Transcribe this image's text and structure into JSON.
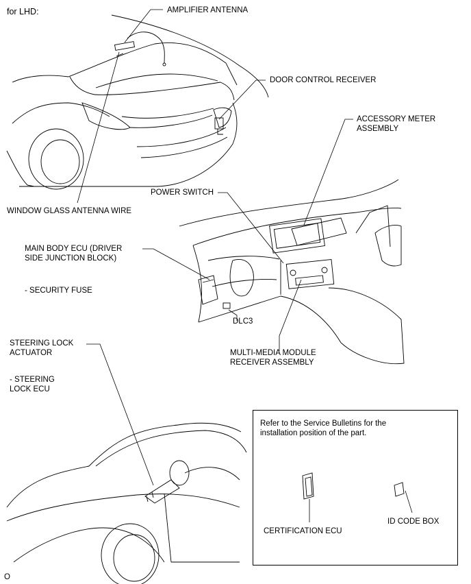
{
  "header": {
    "variant": "for LHD:"
  },
  "labels": {
    "amplifier_antenna": "AMPLIFIER ANTENNA",
    "door_control_receiver": "DOOR CONTROL RECEIVER",
    "accessory_meter_line1": "ACCESSORY METER",
    "accessory_meter_line2": "ASSEMBLY",
    "window_glass_antenna_wire": "WINDOW GLASS ANTENNA WIRE",
    "power_switch": "POWER SWITCH",
    "main_body_ecu_line1": "MAIN BODY ECU (DRIVER",
    "main_body_ecu_line2": "SIDE JUNCTION BLOCK)",
    "security_fuse": "- SECURITY FUSE",
    "dlc3": "DLC3",
    "multimedia_line1": "MULTI-MEDIA MODULE",
    "multimedia_line2": "RECEIVER ASSEMBLY",
    "steering_lock_actuator_line1": "STEERING LOCK",
    "steering_lock_actuator_line2": "ACTUATOR",
    "steering_lock_ecu_line1": "- STEERING",
    "steering_lock_ecu_line2": "LOCK ECU"
  },
  "note": {
    "text_line1": "Refer to the Service Bulletins for the",
    "text_line2": "installation position of the part.",
    "certification_ecu": "CERTIFICATION ECU",
    "id_code_box": "ID CODE BOX"
  },
  "footer": {
    "figure_code": "O"
  }
}
